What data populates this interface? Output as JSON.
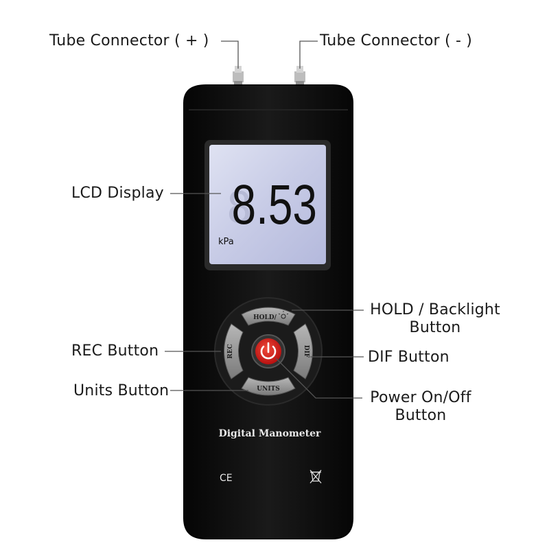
{
  "callouts": {
    "tube_plus": "Tube Connector ( + )",
    "tube_minus": "Tube Connector ( - )",
    "lcd": "LCD Display",
    "hold_line1": "HOLD / Backlight",
    "hold_line2": "Button",
    "rec": "REC Button",
    "dif": "DIF Button",
    "units": "Units Button",
    "power_line1": "Power On/Off",
    "power_line2": "Button"
  },
  "display": {
    "reading": "8.53",
    "unit": "kPa"
  },
  "buttons": {
    "hold": "HOLD/",
    "rec": "REC",
    "dif": "DIF",
    "units": "UNITS"
  },
  "device": {
    "brand_text": "Digital Manometer",
    "ce_mark": "CE"
  },
  "colors": {
    "body": "#111111",
    "lcd": "#c9cde8",
    "button_gray": "#8a8a8a",
    "power_red": "#d81f1f",
    "leader": "#555555"
  },
  "icons": {
    "power": "power-icon",
    "backlight": "bulb-icon",
    "weee": "crossed-bin-icon"
  }
}
